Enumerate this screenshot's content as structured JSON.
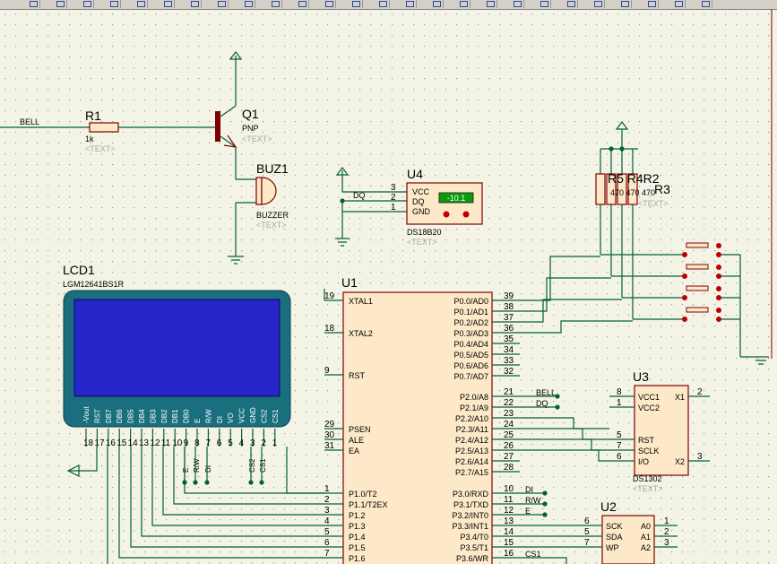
{
  "colors": {
    "wire": "#00603a",
    "component": "#800000",
    "component_fill": "#fde8c8",
    "lcd_screen": "#2525c8",
    "lcd_bezel": "#1a6f7e",
    "sensor_display": "#0a9a0a",
    "sheet": "#f3f3e6"
  },
  "toolbar": {
    "icons": [
      "grid-icon",
      "wire-icon",
      "zoom-in-icon",
      "zoom-out-icon",
      "zoom-fit-icon",
      "undo-icon",
      "redo-icon",
      "cut-icon",
      "copy-icon",
      "paste-icon",
      "block-copy-icon",
      "block-move-icon",
      "block-rotate-icon",
      "block-delete-icon",
      "pick-device-icon",
      "make-device-icon",
      "decompose-icon",
      "wire-autoroute-icon",
      "search-icon",
      "property-icon",
      "netlist-icon",
      "bom-icon",
      "design-explorer-icon",
      "new-sheet-icon",
      "delete-sheet-icon",
      "zoom-area-icon"
    ]
  },
  "placeholder": "<TEXT>",
  "nets": {
    "bell": "BELL",
    "dq": "DQ"
  },
  "r1": {
    "ref": "R1",
    "value": "1k"
  },
  "q1": {
    "ref": "Q1",
    "type": "PNP"
  },
  "buz1": {
    "ref": "BUZ1",
    "type": "BUZZER"
  },
  "u4": {
    "ref": "U4",
    "part": "DS18B20",
    "display": "-10.1",
    "pins": [
      {
        "num": "3",
        "name": "VCC"
      },
      {
        "num": "2",
        "name": "DQ"
      },
      {
        "num": "1",
        "name": "GND"
      }
    ]
  },
  "rpack": {
    "refs": "R5 R4R2",
    "r3": "R3",
    "values": "470 470 470"
  },
  "lcd1": {
    "ref": "LCD1",
    "part": "LGM12641BS1R",
    "pin_names": [
      "-Vout",
      "RST",
      "DB7",
      "DB6",
      "DB5",
      "DB4",
      "DB3",
      "DB2",
      "DB1",
      "DB0",
      "E",
      "R/W",
      "DI",
      "VO",
      "VCC",
      "GND",
      "CS2",
      "CS1"
    ],
    "pin_nums": [
      "18",
      "17",
      "16",
      "15",
      "14",
      "13",
      "12",
      "11",
      "10",
      "9",
      "8",
      "7",
      "6",
      "5",
      "4",
      "3",
      "2",
      "1"
    ],
    "net_labels": [
      "E",
      "R/W",
      "DI",
      "CS2",
      "CS1"
    ]
  },
  "u1": {
    "ref": "U1",
    "left_pins": [
      {
        "num": "19",
        "name": "XTAL1"
      },
      {
        "num": "18",
        "name": "XTAL2"
      },
      {
        "num": "9",
        "name": "RST"
      },
      {
        "num": "29",
        "name": "PSEN"
      },
      {
        "num": "30",
        "name": "ALE"
      },
      {
        "num": "31",
        "name": "EA"
      },
      {
        "num": "1",
        "name": "P1.0/T2"
      },
      {
        "num": "2",
        "name": "P1.1/T2EX"
      },
      {
        "num": "3",
        "name": "P1.2"
      },
      {
        "num": "4",
        "name": "P1.3"
      },
      {
        "num": "5",
        "name": "P1.4"
      },
      {
        "num": "6",
        "name": "P1.5"
      },
      {
        "num": "7",
        "name": "P1.6"
      }
    ],
    "right_pins": [
      {
        "num": "39",
        "name": "P0.0/AD0"
      },
      {
        "num": "38",
        "name": "P0.1/AD1"
      },
      {
        "num": "37",
        "name": "P0.2/AD2"
      },
      {
        "num": "36",
        "name": "P0.3/AD3"
      },
      {
        "num": "35",
        "name": "P0.4/AD4"
      },
      {
        "num": "34",
        "name": "P0.5/AD5"
      },
      {
        "num": "33",
        "name": "P0.6/AD6"
      },
      {
        "num": "32",
        "name": "P0.7/AD7"
      },
      {
        "num": "21",
        "name": "P2.0/A8"
      },
      {
        "num": "22",
        "name": "P2.1/A9"
      },
      {
        "num": "23",
        "name": "P2.2/A10"
      },
      {
        "num": "24",
        "name": "P2.3/A11"
      },
      {
        "num": "25",
        "name": "P2.4/A12"
      },
      {
        "num": "26",
        "name": "P2.5/A13"
      },
      {
        "num": "27",
        "name": "P2.6/A14"
      },
      {
        "num": "28",
        "name": "P2.7/A15"
      },
      {
        "num": "10",
        "name": "P3.0/RXD"
      },
      {
        "num": "11",
        "name": "P3.1/TXD"
      },
      {
        "num": "12",
        "name": "P3.2/INT0"
      },
      {
        "num": "13",
        "name": "P3.3/INT1"
      },
      {
        "num": "14",
        "name": "P3.4/T0"
      },
      {
        "num": "15",
        "name": "P3.5/T1"
      },
      {
        "num": "16",
        "name": "P3.6/WR"
      }
    ],
    "net_labels": {
      "bell": "BELL",
      "dq": "DQ",
      "di": "DI",
      "rw": "R/W",
      "e": "E",
      "cs1": "CS1"
    }
  },
  "u3": {
    "ref": "U3",
    "part": "DS1302",
    "left_pins": [
      {
        "num": "8",
        "name": "VCC1"
      },
      {
        "num": "1",
        "name": "VCC2"
      },
      {
        "num": "5",
        "name": "RST"
      },
      {
        "num": "7",
        "name": "SCLK"
      },
      {
        "num": "6",
        "name": "I/O"
      }
    ],
    "right_pins": [
      {
        "num": "2",
        "name": "X1"
      },
      {
        "num": "3",
        "name": "X2"
      }
    ]
  },
  "u2": {
    "ref": "U2",
    "left_pins": [
      {
        "num": "6",
        "name": "SCK"
      },
      {
        "num": "5",
        "name": "SDA"
      },
      {
        "num": "7",
        "name": "WP"
      }
    ],
    "right_pins": [
      {
        "num": "1",
        "name": "A0"
      },
      {
        "num": "2",
        "name": "A1"
      },
      {
        "num": "3",
        "name": "A2"
      }
    ]
  }
}
